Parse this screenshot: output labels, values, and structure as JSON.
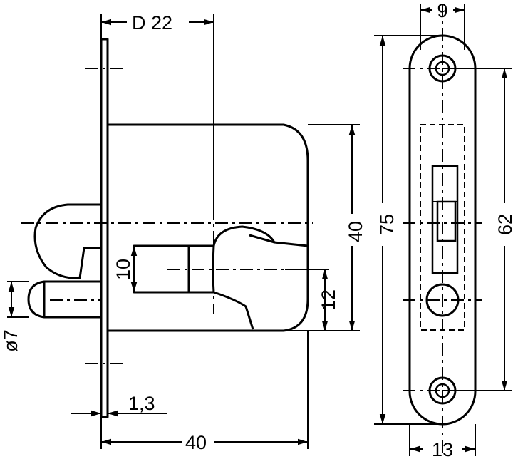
{
  "dimensions": {
    "bolt_diameter": "ø7",
    "plate_thickness": "1,3",
    "case_depth": "40",
    "backset": "D 22",
    "case_height": "40",
    "tongue_height": "10",
    "pin_offset": "12",
    "plate_length": "75",
    "hole_spacing": "62",
    "plate_inner_width": "9",
    "plate_width": "13"
  }
}
